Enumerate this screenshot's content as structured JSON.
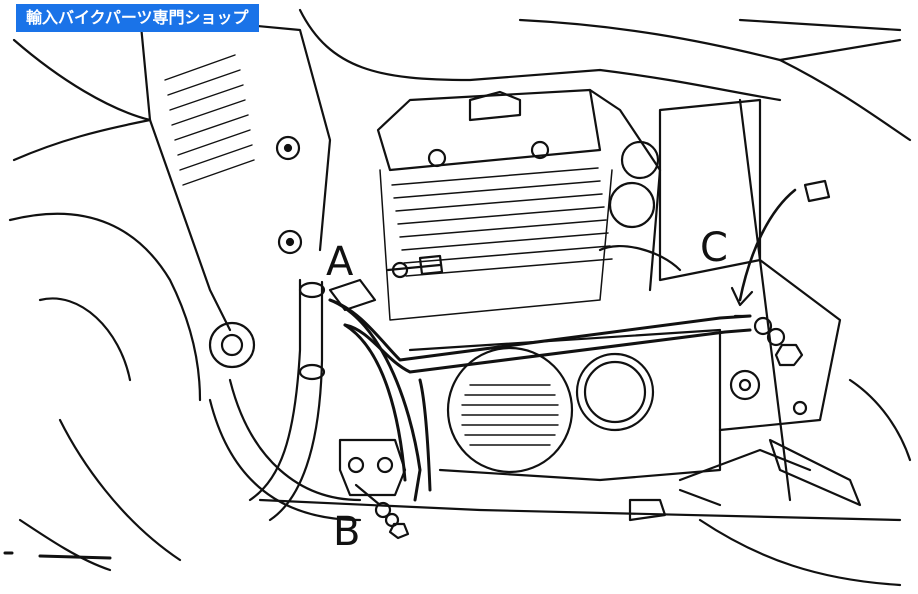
{
  "banner": {
    "text": "輸入バイクパーツ専門ショップ",
    "bg": "#1a73e8",
    "fg": "#ffffff"
  },
  "callouts": {
    "a": "A",
    "b": "B",
    "c": "C"
  },
  "line_color": "#111111"
}
